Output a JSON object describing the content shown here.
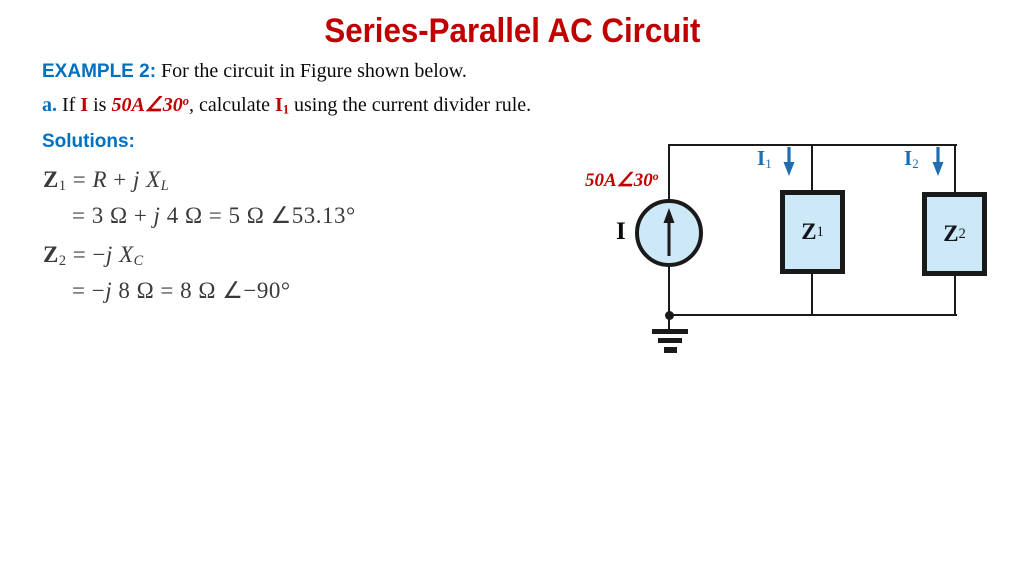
{
  "title": "Series-Parallel AC Circuit",
  "colors": {
    "title_red": "#C00000",
    "accent_blue": "#0070C0",
    "accent_red": "#C00000",
    "equation_gray": "#3A3A3A",
    "circuit_fill_blue": "#CDE8F6",
    "circuit_line_black": "#1A1A1A",
    "current_arrow_blue": "#1F6CB0"
  },
  "example": {
    "label": "EXAMPLE 2:",
    "text": " For the circuit in Figure shown below."
  },
  "question": {
    "segments": [
      {
        "t": "a.",
        "s": "blue b"
      },
      {
        "t": " If ",
        "s": ""
      },
      {
        "t": "I",
        "s": "red b"
      },
      {
        "t": " is ",
        "s": ""
      },
      {
        "t": "50A∠30",
        "s": "red bi"
      },
      {
        "t": "o",
        "s": "red bi sup"
      },
      {
        "t": ", calculate ",
        "s": ""
      },
      {
        "t": "I",
        "s": "red b"
      },
      {
        "t": "1",
        "s": "red b sub"
      },
      {
        "t": " using the current divider rule.",
        "s": ""
      }
    ]
  },
  "solutions_label": "Solutions:",
  "equations": [
    {
      "segments": [
        {
          "t": "Z",
          "s": "b"
        },
        {
          "t": "1",
          "s": "sub"
        },
        {
          "t": " = ",
          "s": ""
        },
        {
          "t": "R",
          "s": "i"
        },
        {
          "t": " + ",
          "s": ""
        },
        {
          "t": "j",
          "s": "i"
        },
        {
          "t": " ",
          "s": ""
        },
        {
          "t": "X",
          "s": "i"
        },
        {
          "t": "L",
          "s": "i sub"
        }
      ]
    },
    {
      "segments": [
        {
          "t": "= 3 Ω + ",
          "s": ""
        },
        {
          "t": "j",
          "s": "i"
        },
        {
          "t": " 4 Ω = 5 Ω ∠53.13°",
          "s": ""
        }
      ]
    },
    {
      "segments": [
        {
          "t": "Z",
          "s": "b"
        },
        {
          "t": "2",
          "s": "sub"
        },
        {
          "t": " = −",
          "s": ""
        },
        {
          "t": "j",
          "s": "i"
        },
        {
          "t": " ",
          "s": ""
        },
        {
          "t": "X",
          "s": "i"
        },
        {
          "t": "C",
          "s": "i sub"
        }
      ]
    },
    {
      "segments": [
        {
          "t": "= −",
          "s": ""
        },
        {
          "t": "j",
          "s": "i"
        },
        {
          "t": " 8 Ω = 8 Ω ∠−90°",
          "s": ""
        }
      ]
    }
  ],
  "circuit": {
    "source_value": {
      "segments": [
        {
          "t": "50A∠30",
          "s": "bi"
        },
        {
          "t": "o",
          "s": "bi sup"
        }
      ]
    },
    "source_label": "I",
    "branch_current_1": {
      "segments": [
        {
          "t": "I",
          "s": "b"
        },
        {
          "t": "1",
          "s": "sub"
        }
      ]
    },
    "branch_current_2": {
      "segments": [
        {
          "t": "I",
          "s": "b"
        },
        {
          "t": "2",
          "s": "sub"
        }
      ]
    },
    "impedance_1": {
      "segments": [
        {
          "t": "Z",
          "s": "b"
        },
        {
          "t": "1",
          "s": "sub"
        }
      ]
    },
    "impedance_2": {
      "segments": [
        {
          "t": "Z",
          "s": "b"
        },
        {
          "t": "2",
          "s": "sub"
        }
      ]
    }
  }
}
